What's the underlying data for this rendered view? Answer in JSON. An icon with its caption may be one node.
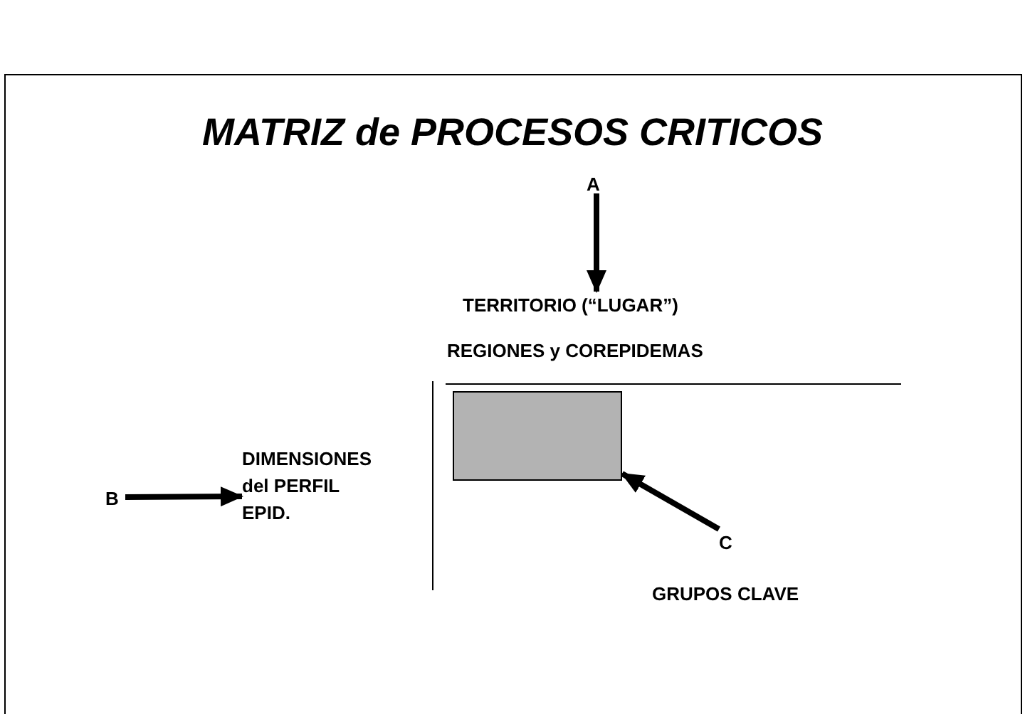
{
  "diagram": {
    "title": "MATRIZ de PROCESOS CRITICOS",
    "nodes": [
      {
        "text": [
          "A"
        ]
      },
      {
        "text": [
          "TERRITORIO (“LUGAR”)"
        ]
      },
      {
        "text": [
          "B"
        ]
      },
      {
        "text": [
          "DIMENSIONES del PERFIL EPID."
        ]
      },
      {
        "text": [
          "C"
        ]
      },
      {
        "text": [],
        "shape": "box"
      }
    ],
    "edges": [
      {
        "from": 0,
        "to": 1,
        "arrow": "to"
      },
      {
        "from": 2,
        "to": 3,
        "arrow": "to"
      },
      {
        "from": 4,
        "to": 5,
        "arrow": "to"
      }
    ],
    "labels": [
      "REGIONES y COREPIDEMAS",
      "GRUPOS CLAVE"
    ]
  }
}
